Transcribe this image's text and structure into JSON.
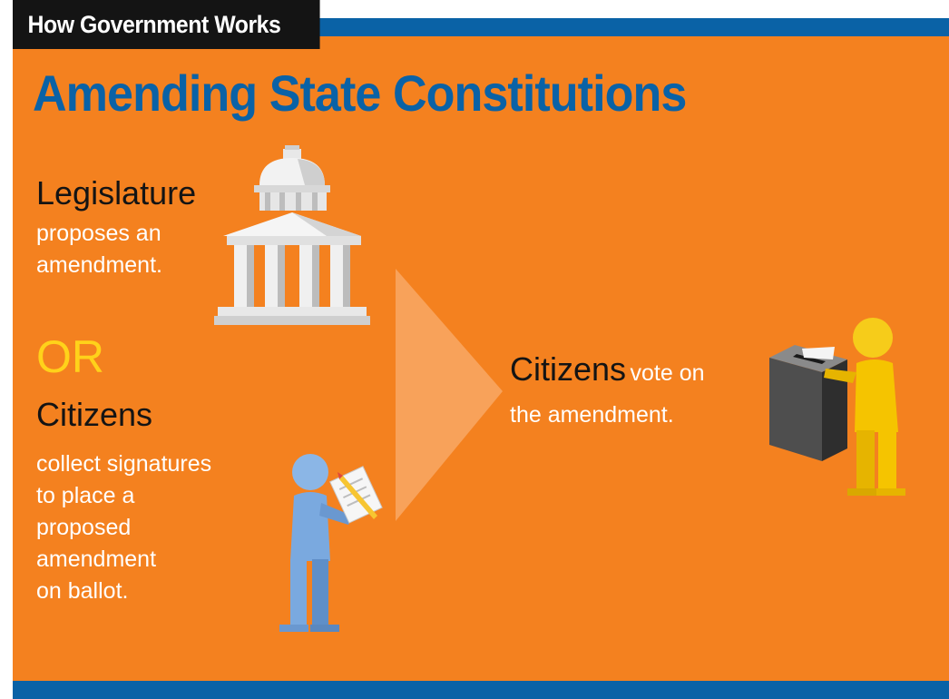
{
  "header": {
    "series_tab": "How Government Works",
    "title": "Amending State Constitutions"
  },
  "path_legislature": {
    "actor": "Legislature",
    "action": "proposes an\namendment."
  },
  "separator": "OR",
  "path_citizens": {
    "actor": "Citizens",
    "action": "collect signatures\nto place a\nproposed\namendment\non ballot."
  },
  "outcome": {
    "actor": "Citizens",
    "action_line1": "vote on",
    "action_line2": "the amendment."
  },
  "colors": {
    "panel": "#f4811f",
    "accent_blue": "#0a62a6",
    "or_yellow": "#ffd21a",
    "figure_blue": "#7aa9df",
    "figure_yellow": "#f5c400"
  },
  "icons": [
    "capitol-building-icon",
    "arrow-right-icon",
    "citizen-petition-icon",
    "ballot-box-icon",
    "voter-icon"
  ]
}
